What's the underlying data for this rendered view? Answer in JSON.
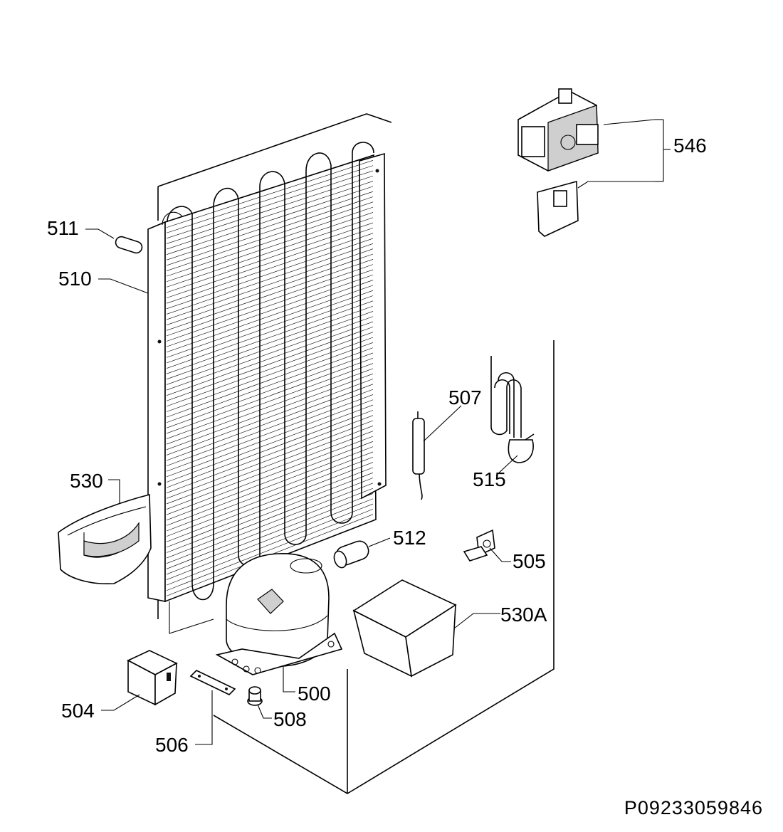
{
  "diagram": {
    "drawing_code": "P09233059846",
    "callouts": [
      {
        "id": "546",
        "text": "546"
      },
      {
        "id": "511",
        "text": "511"
      },
      {
        "id": "510",
        "text": "510"
      },
      {
        "id": "507",
        "text": "507"
      },
      {
        "id": "515",
        "text": "515"
      },
      {
        "id": "530",
        "text": "530"
      },
      {
        "id": "512",
        "text": "512"
      },
      {
        "id": "505",
        "text": "505"
      },
      {
        "id": "530A",
        "text": "530A"
      },
      {
        "id": "500",
        "text": "500"
      },
      {
        "id": "504",
        "text": "504"
      },
      {
        "id": "508",
        "text": "508"
      },
      {
        "id": "506",
        "text": "506"
      }
    ]
  }
}
